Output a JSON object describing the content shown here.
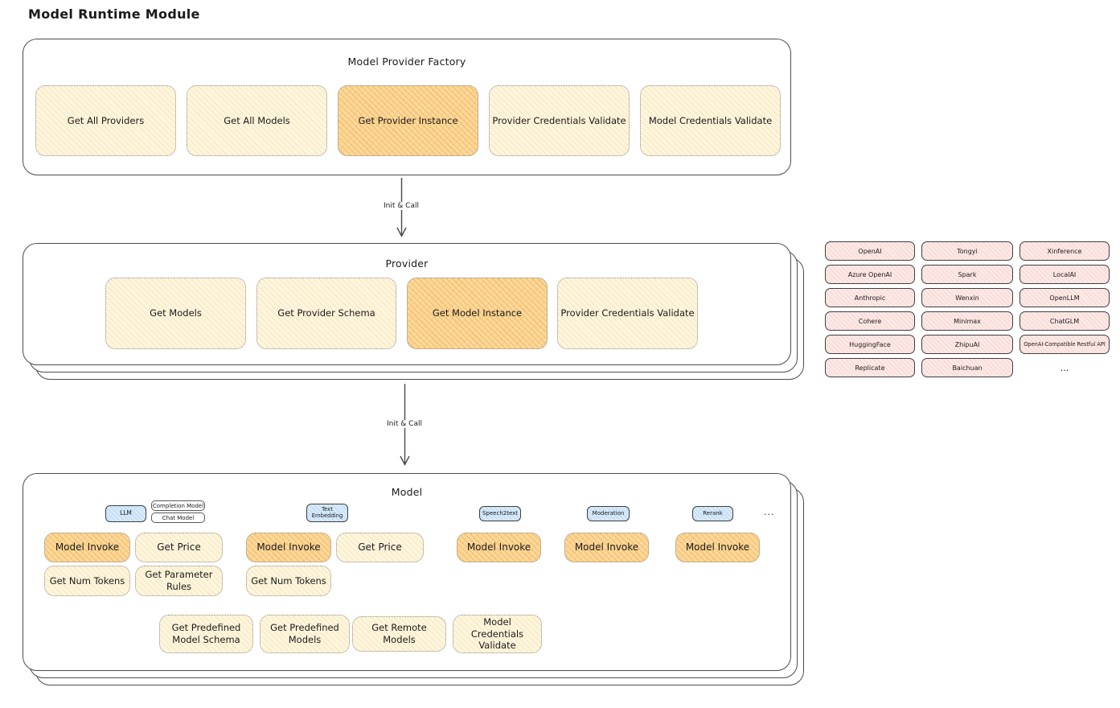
{
  "title": "Model Runtime Module",
  "factory": {
    "title": "Model Provider Factory",
    "items": [
      "Get All Providers",
      "Get All Models",
      "Get Provider Instance",
      "Provider Credentials Validate",
      "Model Credentials Validate"
    ]
  },
  "arrows": {
    "factory_to_provider": "Init & Call",
    "provider_to_model": "Init & Call"
  },
  "provider": {
    "title": "Provider",
    "items": [
      "Get Models",
      "Get Provider Schema",
      "Get Model Instance",
      "Provider Credentials Validate"
    ]
  },
  "vendors": {
    "items": [
      "OpenAI",
      "Tongyi",
      "Xinference",
      "Azure OpenAI",
      "Spark",
      "LocalAI",
      "Anthropic",
      "Wenxin",
      "OpenLLM",
      "Cohere",
      "Minimax",
      "ChatGLM",
      "HuggingFace",
      "ZhipuAI",
      "OpenAI-Compatible Restful API",
      "Replicate",
      "Baichuan"
    ],
    "ellipsis": "..."
  },
  "model": {
    "title": "Model",
    "tags": {
      "llm": "LLM",
      "completion": "Completion Model",
      "chat": "Chat Model",
      "text_embedding": "Text Embedding",
      "speech2text": "Speech2text",
      "moderation": "Moderation",
      "rerank": "Rerank",
      "ellipsis": "..."
    },
    "llm_ops": [
      "Model Invoke",
      "Get Price",
      "Get Num Tokens",
      "Get Parameter Rules"
    ],
    "embedding_ops": [
      "Model Invoke",
      "Get Price",
      "Get Num Tokens"
    ],
    "speech2text_ops": [
      "Model Invoke"
    ],
    "moderation_ops": [
      "Model Invoke"
    ],
    "rerank_ops": [
      "Model Invoke"
    ],
    "common_ops": [
      "Get Predefined Model Schema",
      "Get Predefined Models",
      "Get Remote Models",
      "Model Credentials Validate"
    ]
  },
  "colors": {
    "highlight_orange": "#fbd99b",
    "cream": "#fdf5dd",
    "vendor_pink": "#fce9e6",
    "tag_blue": "#d7eafa",
    "stroke_dark": "#4d4d4d",
    "text": "#1b1b1b"
  }
}
